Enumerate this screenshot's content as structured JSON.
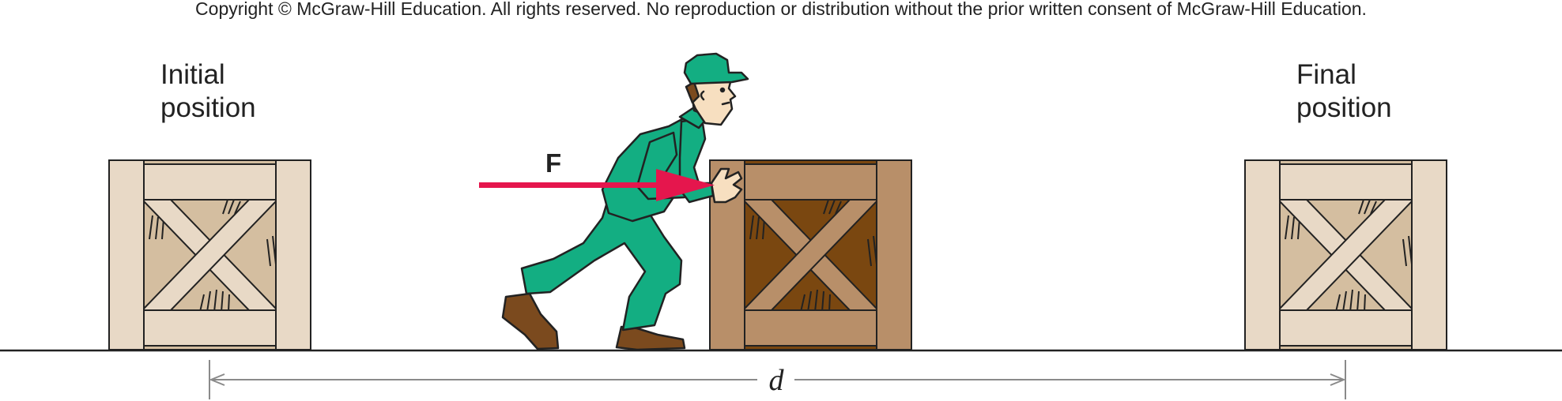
{
  "copyright": "Copyright © McGraw-Hill Education.  All rights reserved. No reproduction or distribution without the prior written consent of McGraw-Hill Education.",
  "labels": {
    "initial_line1": "Initial",
    "initial_line2": "position",
    "final_line1": "Final",
    "final_line2": "position",
    "force": "F",
    "distance": "d"
  },
  "colors": {
    "crate_light": "#e8d9c6",
    "crate_light_inner": "#d4bea0",
    "crate_dark": "#b88f69",
    "crate_dark_inner": "#7a4710",
    "force_arrow": "#e5164d",
    "worker_suit": "#13ae82",
    "worker_shoes": "#7b4a1e",
    "worker_skin": "#f7dfc0",
    "outline": "#222222",
    "dimension_line": "#8a8a8a"
  }
}
